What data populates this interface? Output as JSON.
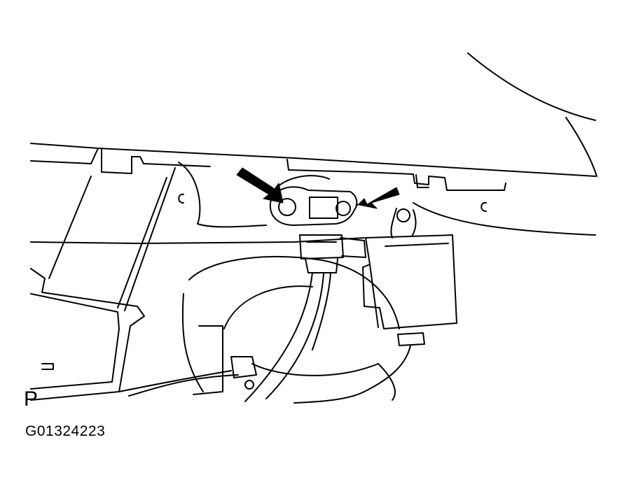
{
  "figure": {
    "view_label": "P",
    "figure_code": "G01324223",
    "part_labels": [
      "C",
      "C"
    ]
  },
  "colors": {
    "ink": "#000000",
    "paper": "#ffffff"
  },
  "annotations": {
    "arrow_count": 2,
    "arrow_style": "solid black arrows pointing at sensor mounting bolts"
  }
}
